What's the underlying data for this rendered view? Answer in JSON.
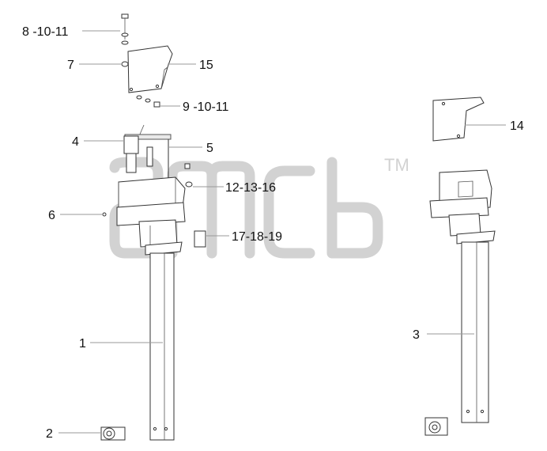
{
  "diagram": {
    "callouts": {
      "c1": "1",
      "c2": "2",
      "c3": "3",
      "c4": "4",
      "c5": "5",
      "c6": "6",
      "c7": "7",
      "c8": "8 -10-11",
      "c9": "9 -10-11",
      "c12": "12-13-16",
      "c14": "14",
      "c15": "15",
      "c17": "17-18-19"
    },
    "watermark": {
      "logo_text": "amcb",
      "trademark": "TM"
    }
  },
  "colors": {
    "line": "#333333",
    "leader": "#9a9a9a",
    "watermark": "#d2d2d2"
  }
}
